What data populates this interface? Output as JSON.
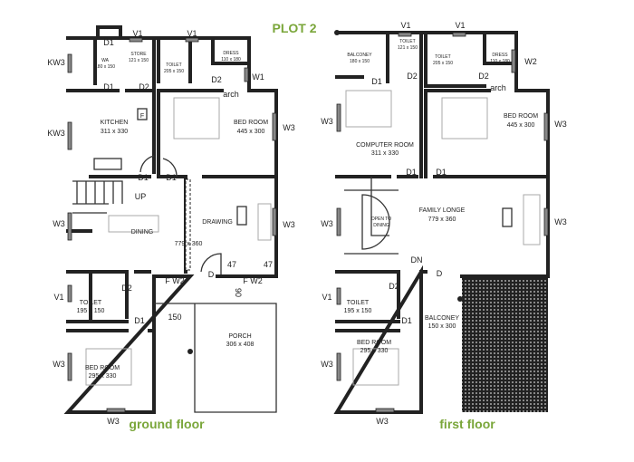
{
  "title": "PLOT 2",
  "ground": {
    "caption": "ground floor",
    "wa": "WA",
    "wa_size": "180 x 150",
    "store": "STORE",
    "store_size": "121 x 150",
    "toilet": "TOILET",
    "toilet_size": "205 x 150",
    "dress": "DRESS",
    "dress_size": "110 x 180",
    "kitchen": "KITCHEN",
    "kitchen_size": "311 x 330",
    "fridge": "F",
    "bed": "BED ROOM",
    "bed_size": "445 x 300",
    "arch": "arch",
    "dining": "DINING",
    "drawing": "DRAWING",
    "hall_size": "779 x 360",
    "up": "UP",
    "toilet2": "TOILET",
    "toilet2_size": "195 x 150",
    "bed2": "BED ROOM",
    "bed2_size": "295 x 330",
    "porch": "PORCH",
    "porch_size": "306 x 408",
    "dim150": "150",
    "dim90": "90",
    "dim47a": "47",
    "dim47b": "47",
    "d1": "D1",
    "d2": "D2",
    "d": "D",
    "v1": "V1",
    "w1": "W1",
    "w3": "W3",
    "kw3": "KW3",
    "fw2": "F W2"
  },
  "first": {
    "caption": "first floor",
    "balcony": "BALCONEY",
    "balcony_size": "180 x 150",
    "toilet": "TOILET",
    "toilet_size": "121 x 150",
    "toilet2": "TOILET",
    "toilet2_size": "205 x 150",
    "dress": "DRESS",
    "dress_size": "110 x 180",
    "computer": "COMPUTER ROOM",
    "computer_size": "311 x 330",
    "bed": "BED ROOM",
    "bed_size": "445 x 300",
    "arch": "arch",
    "family": "FAMILY LONGE",
    "family_size": "779 x 360",
    "open": "OPEN TO",
    "open2": "DINING",
    "dn": "DN",
    "toilet3": "TOILET",
    "toilet3_size": "195 x 150",
    "bed2": "BED ROOM",
    "bed2_size": "295 x 330",
    "balcony2": "BALCONEY",
    "balcony2_size": "150 x 300",
    "d1": "D1",
    "d2": "D2",
    "d": "D",
    "v1": "V1",
    "w2": "W2",
    "w3": "W3"
  }
}
